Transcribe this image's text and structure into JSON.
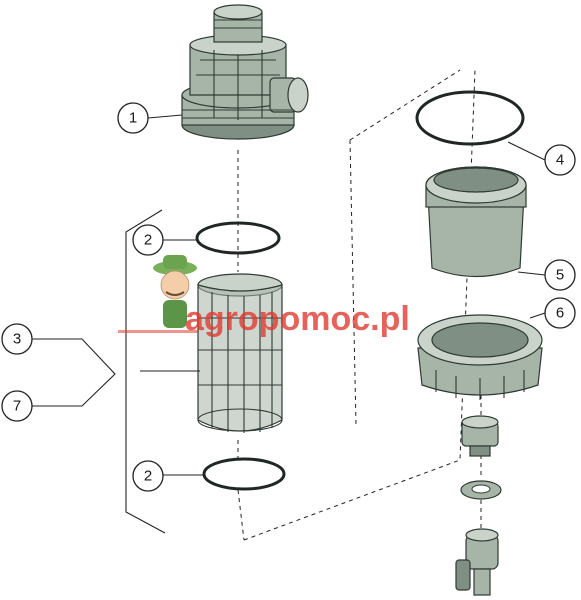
{
  "diagram": {
    "callouts": [
      {
        "id": "c1",
        "label": "1"
      },
      {
        "id": "c2a",
        "label": "2"
      },
      {
        "id": "c2b",
        "label": "2"
      },
      {
        "id": "c3",
        "label": "3"
      },
      {
        "id": "c4",
        "label": "4"
      },
      {
        "id": "c5",
        "label": "5"
      },
      {
        "id": "c6",
        "label": "6"
      },
      {
        "id": "c7",
        "label": "7"
      }
    ],
    "watermark": "agropomoc.pl",
    "colors": {
      "part": "#a7b5a9",
      "outline": "#2f3a33",
      "watermark": "#e03a2f"
    }
  }
}
